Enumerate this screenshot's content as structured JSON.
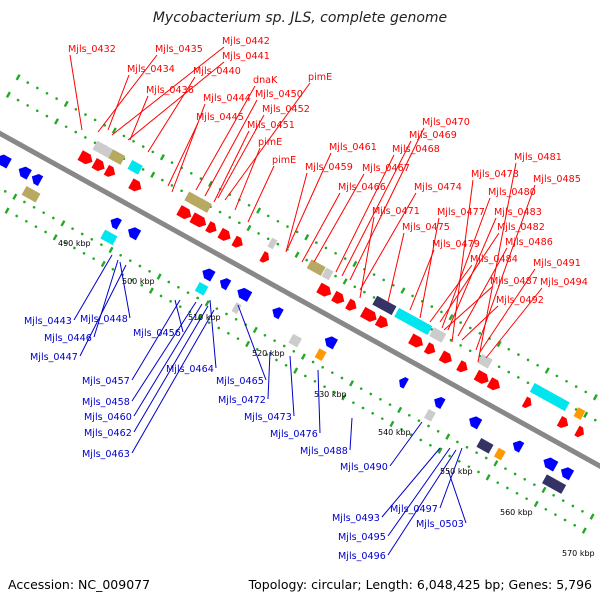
{
  "title": "Mycobacterium sp. JLS, complete genome",
  "footer": {
    "accession": "Accession: NC_009077",
    "summary": "Topology: circular; Length: 6,048,425 bp; Genes: 5,796"
  },
  "colors": {
    "forward_gene": "#ff0000",
    "reverse_gene": "#0000ff",
    "backbone": "#888888",
    "tick_dots": "#22aa22",
    "cyan_feature": "#00e5ee",
    "khaki_feature": "#b8a962",
    "gray_feature": "#cccccc",
    "orange_feature": "#ff9900",
    "navy_feature": "#333366"
  },
  "kbp_ticks": [
    {
      "label": "490 kbp"
    },
    {
      "label": "500 kbp"
    },
    {
      "label": "510 kbp"
    },
    {
      "label": "520 kbp"
    },
    {
      "label": "530 kbp"
    },
    {
      "label": "540 kbp"
    },
    {
      "label": "550 kbp"
    },
    {
      "label": "560 kbp"
    },
    {
      "label": "570 kbp"
    }
  ],
  "forward_labels": [
    "Mjls_0432",
    "Mjls_0435",
    "Mjls_0442",
    "Mjls_0441",
    "Mjls_0434",
    "Mjls_0440",
    "Mjls_0436",
    "dnaK",
    "pimE",
    "Mjls_0444",
    "Mjls_0450",
    "Mjls_0452",
    "Mjls_0445",
    "Mjls_0451",
    "pimE",
    "pimE",
    "Mjls_0470",
    "Mjls_0469",
    "Mjls_0461",
    "Mjls_0468",
    "Mjls_0481",
    "Mjls_0459",
    "Mjls_0467",
    "Mjls_0478",
    "Mjls_0485",
    "Mjls_0466",
    "Mjls_0474",
    "Mjls_0480",
    "Mjls_0471",
    "Mjls_0477",
    "Mjls_0483",
    "Mjls_0475",
    "Mjls_0482",
    "Mjls_0479",
    "Mjls_0486",
    "Mjls_0484",
    "Mjls_0491",
    "Mjls_0487",
    "Mjls_0494",
    "Mjls_0492"
  ],
  "reverse_labels": [
    "Mjls_0443",
    "Mjls_0448",
    "Mjls_0446",
    "Mjls_0456",
    "Mjls_0447",
    "Mjls_0464",
    "Mjls_0457",
    "Mjls_0465",
    "Mjls_0458",
    "Mjls_0472",
    "Mjls_0460",
    "Mjls_0473",
    "Mjls_0462",
    "Mjls_0476",
    "Mjls_0463",
    "Mjls_0488",
    "Mjls_0490",
    "Mjls_0493",
    "Mjls_0497",
    "Mjls_0503",
    "Mjls_0495",
    "Mjls_0496"
  ]
}
